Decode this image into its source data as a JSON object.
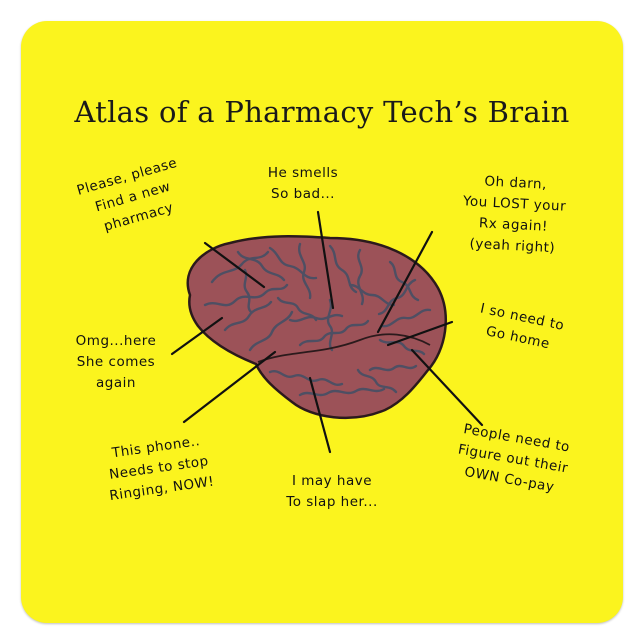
{
  "title": "Atlas of a Pharmacy Tech’s Brain",
  "labels": {
    "find_pharmacy": "Please, please\nFind a new\npharmacy",
    "smells": "He smells\nSo bad...",
    "lost_rx": "Oh darn,\nYou LOST your\nRx again!\n(yeah right)",
    "go_home": "I so need to\nGo home",
    "comes_again": "Omg...here\nShe comes\nagain",
    "phone": "This phone..\nNeeds to stop\nRinging, NOW!",
    "slap": "I may have\nTo slap her...",
    "copay": "People need to\nFigure out their\nOWN Co-pay"
  },
  "colors": {
    "background": "#fbf41e",
    "brain_fill": "#9c5258",
    "brain_gyri": "#4e4f63",
    "text": "#111111"
  }
}
